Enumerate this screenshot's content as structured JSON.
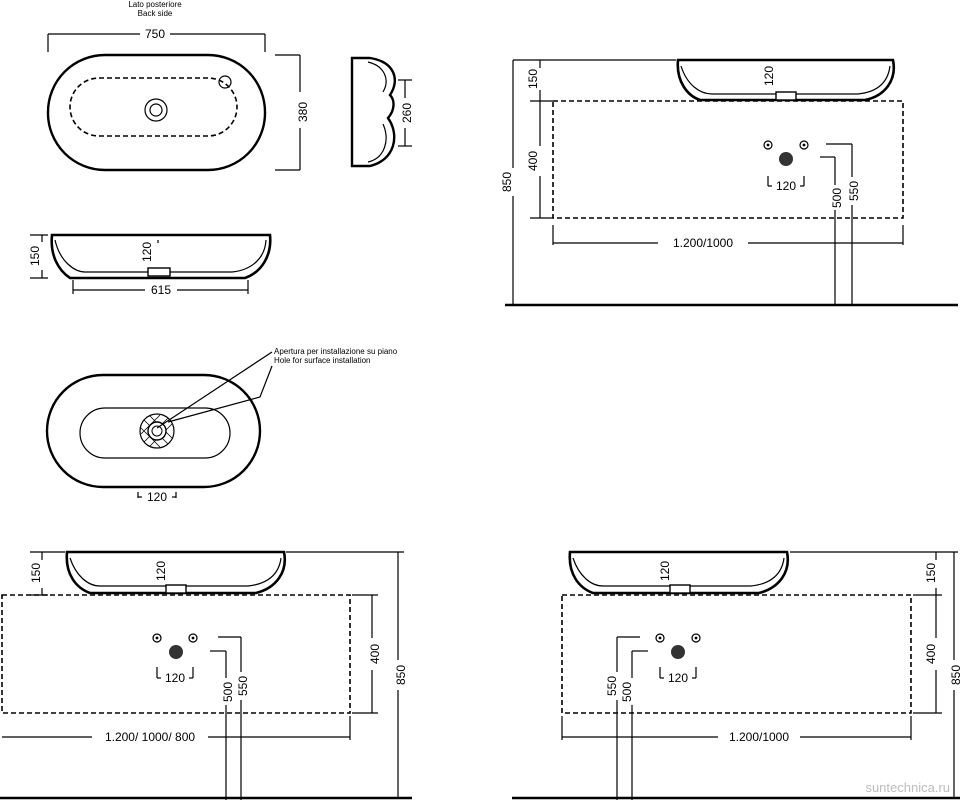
{
  "labels": {
    "back_side_it": "Lato posteriore",
    "back_side_en": "Back side",
    "hole_it": "Apertura per installazione su piano",
    "hole_en": "Hole for surface installation",
    "watermark": "suntechnica.ru"
  },
  "dims": {
    "w750": "750",
    "h380": "380",
    "h260": "260",
    "h150": "150",
    "d120": "120",
    "w615": "615",
    "w120": "120",
    "h400": "400",
    "h850": "850",
    "h500": "500",
    "h550": "550",
    "w1200_1000": "1.200/1000",
    "w1200_1000_800": "1.200/ 1000/ 800",
    "w1200": "1.200/1000"
  }
}
